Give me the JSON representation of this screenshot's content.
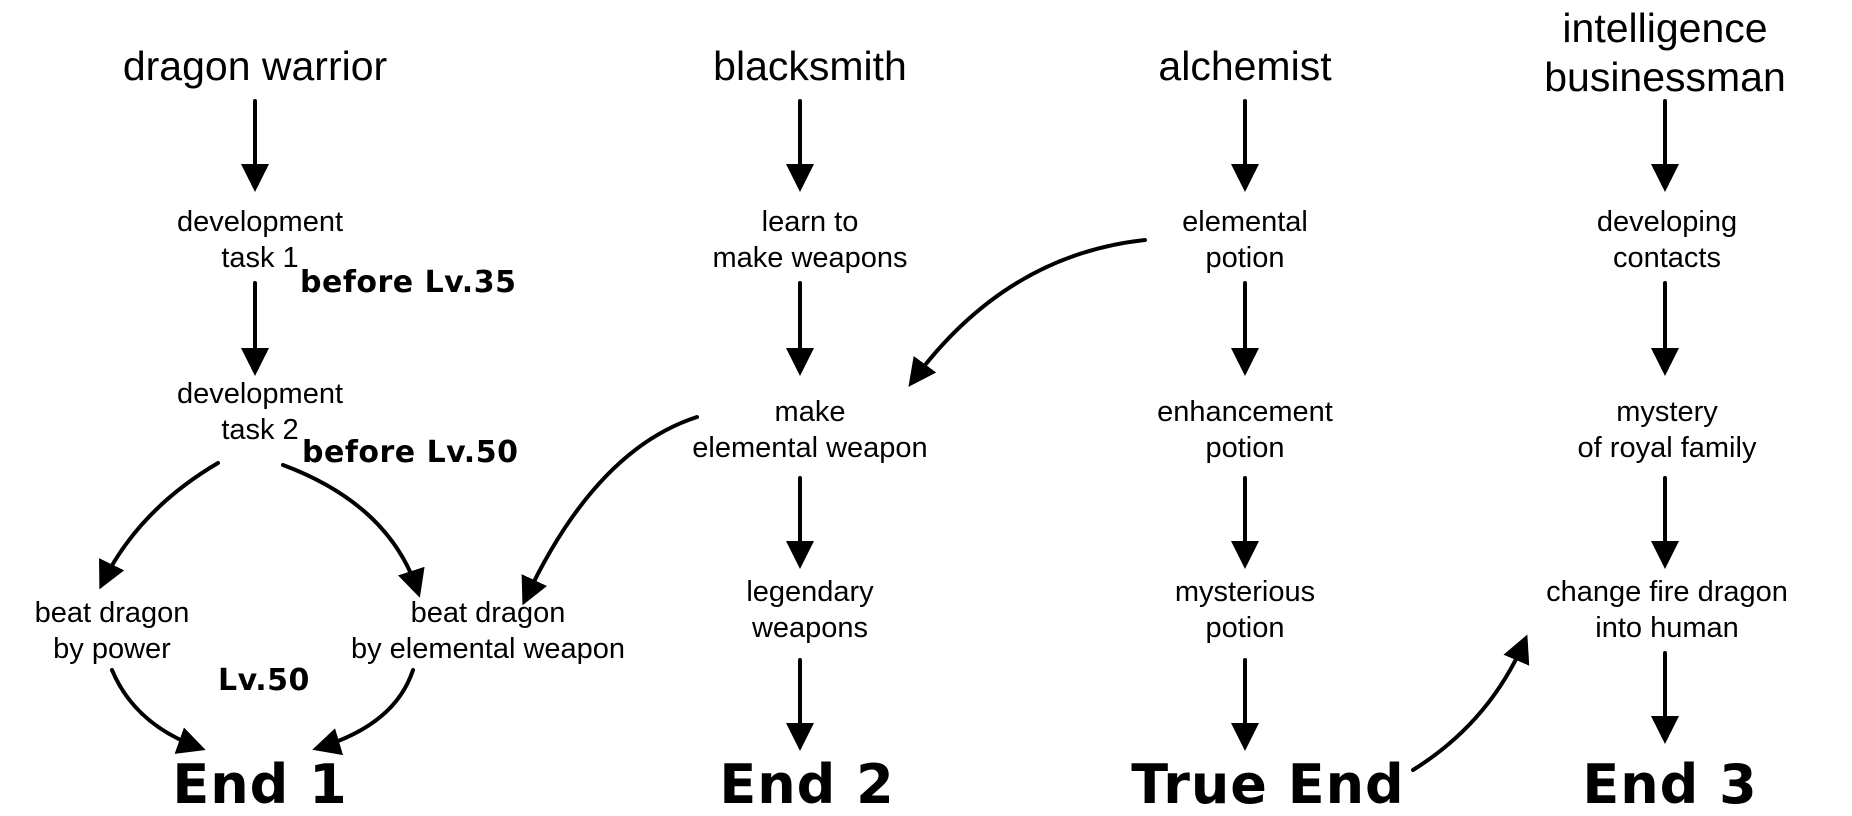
{
  "columns": [
    {
      "header": "dragon warrior"
    },
    {
      "header": "blacksmith"
    },
    {
      "header": "alchemist"
    },
    {
      "header_lines": [
        "intelligence",
        "businessman"
      ]
    }
  ],
  "nodes": {
    "dev_task_1": [
      "development",
      "task 1"
    ],
    "dev_task_2": [
      "development",
      "task 2"
    ],
    "beat_dragon_power": [
      "beat dragon",
      "by power"
    ],
    "beat_dragon_elemental": [
      "beat dragon",
      "by elemental weapon"
    ],
    "learn_weapons": [
      "learn to",
      "make weapons"
    ],
    "make_elemental_weapon": [
      "make",
      "elemental weapon"
    ],
    "legendary_weapons": [
      "legendary",
      "weapons"
    ],
    "elemental_potion": [
      "elemental",
      "potion"
    ],
    "enhancement_potion": [
      "enhancement",
      "potion"
    ],
    "mysterious_potion": [
      "mysterious",
      "potion"
    ],
    "developing_contacts": [
      "developing",
      "contacts"
    ],
    "mystery_royal_family": [
      "mystery",
      "of royal family"
    ],
    "change_fire_dragon": [
      "change fire dragon",
      "into human"
    ]
  },
  "notes": {
    "before_lv35": "before Lv.35",
    "before_lv50": "before Lv.50",
    "lv50": "Lv.50"
  },
  "ends": {
    "end1": "End 1",
    "end2": "End 2",
    "true_end": "True End",
    "end3": "End 3"
  },
  "colors": {
    "ink": "#000000",
    "background": "#ffffff"
  }
}
